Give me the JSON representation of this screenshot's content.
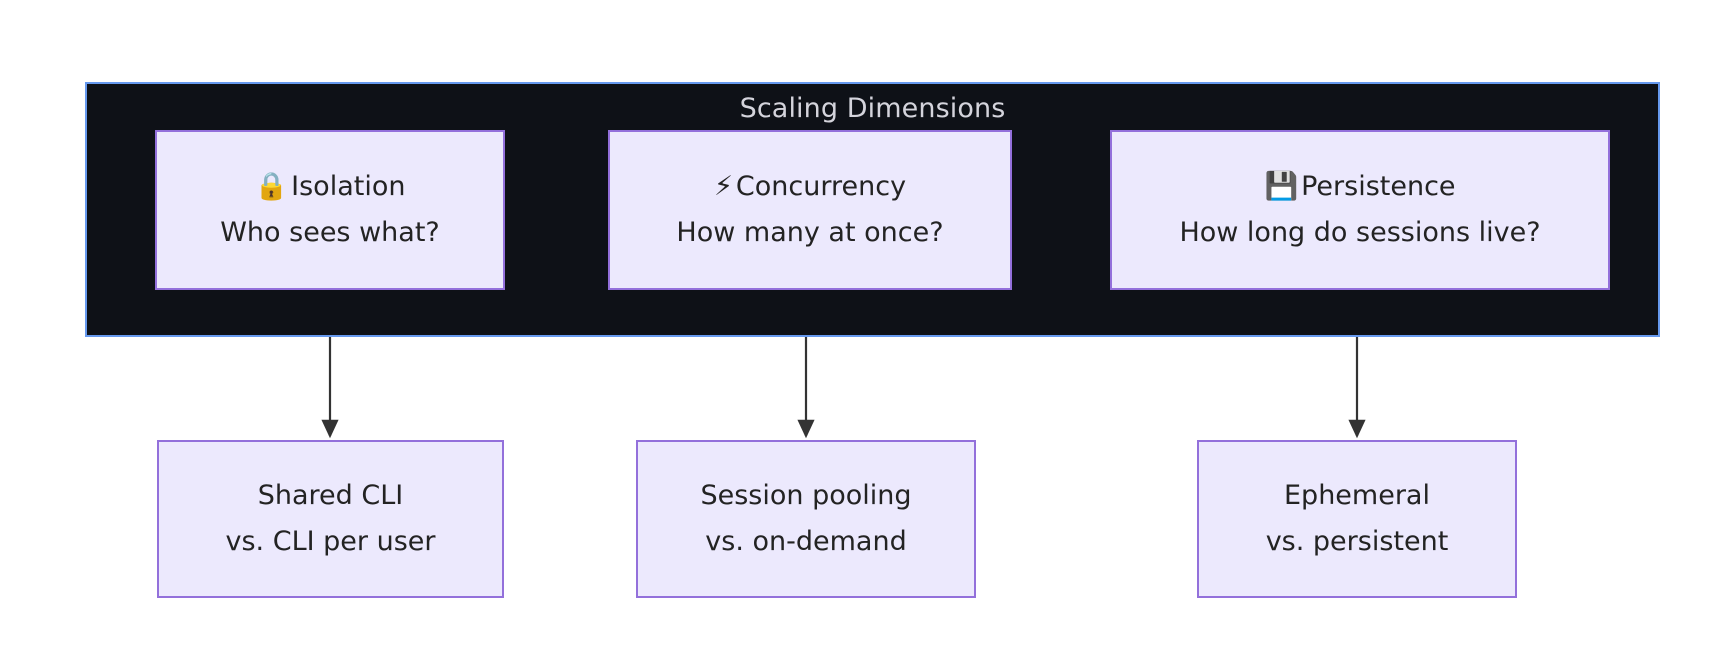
{
  "diagram": {
    "type": "flowchart",
    "title": "Scaling Dimensions",
    "subgraph": {
      "label": "Scaling Dimensions",
      "background_color": "#0e1117",
      "border_color": "#6699ee",
      "title_color": "#d4d4dc"
    },
    "node_style": {
      "fill": "#ece9fd",
      "stroke": "#9370db",
      "text_color": "#232323"
    },
    "edge_style": {
      "color": "#333333",
      "arrowhead": "filled-triangle"
    },
    "top_nodes": [
      {
        "id": "isolation",
        "emoji": "🔒",
        "emoji_name": "lock-emoji",
        "heading": "Isolation",
        "subtext": "Who sees what?"
      },
      {
        "id": "concurrency",
        "emoji": "⚡",
        "emoji_name": "high-voltage-emoji",
        "heading": "Concurrency",
        "subtext": "How many at once?"
      },
      {
        "id": "persistence",
        "emoji": "💾",
        "emoji_name": "floppy-disk-emoji",
        "heading": "Persistence",
        "subtext": "How long do sessions live?"
      }
    ],
    "bottom_nodes": [
      {
        "id": "shared-cli",
        "line1": "Shared CLI",
        "line2": "vs. CLI per user"
      },
      {
        "id": "session-pooling",
        "line1": "Session pooling",
        "line2": "vs. on-demand"
      },
      {
        "id": "ephemeral",
        "line1": "Ephemeral",
        "line2": "vs. persistent"
      }
    ],
    "edges": [
      {
        "from": "isolation",
        "to": "shared-cli"
      },
      {
        "from": "concurrency",
        "to": "session-pooling"
      },
      {
        "from": "persistence",
        "to": "ephemeral"
      }
    ]
  }
}
